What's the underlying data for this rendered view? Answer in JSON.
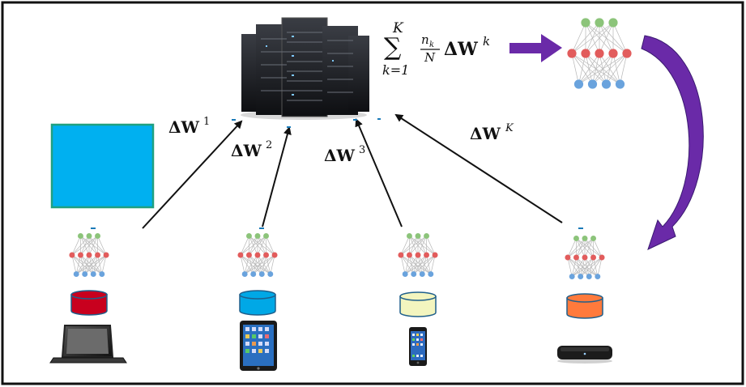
{
  "aggregation": {
    "sum_symbol": "∑",
    "upper_limit": "K",
    "lower_limit": "k=1",
    "fraction_numerator": "n",
    "numerator_subscript": "k",
    "fraction_denominator": "N",
    "update_term": "ΔW",
    "update_superscript": "k"
  },
  "updates": [
    {
      "label": "ΔW",
      "superscript": "1"
    },
    {
      "label": "ΔW",
      "superscript": "2"
    },
    {
      "label": "ΔW",
      "superscript": "3"
    },
    {
      "label": "ΔW",
      "superscript": "K"
    }
  ],
  "devices": [
    {
      "name": "laptop",
      "database_color": "#c8001e"
    },
    {
      "name": "tablet",
      "database_color": "#00a8e6"
    },
    {
      "name": "phone",
      "database_color": "#f3f5bf"
    },
    {
      "name": "set-top-box",
      "database_color": "#ff7a3c"
    }
  ],
  "colors": {
    "border": "#111111",
    "cyan_box_fill": "#00b0f0",
    "cyan_box_stroke": "#20a080",
    "arrow_purple": "#6a2aa8",
    "node_output": "#8cc47a",
    "node_hidden": "#e25c5c",
    "node_input": "#6aa3dd"
  }
}
